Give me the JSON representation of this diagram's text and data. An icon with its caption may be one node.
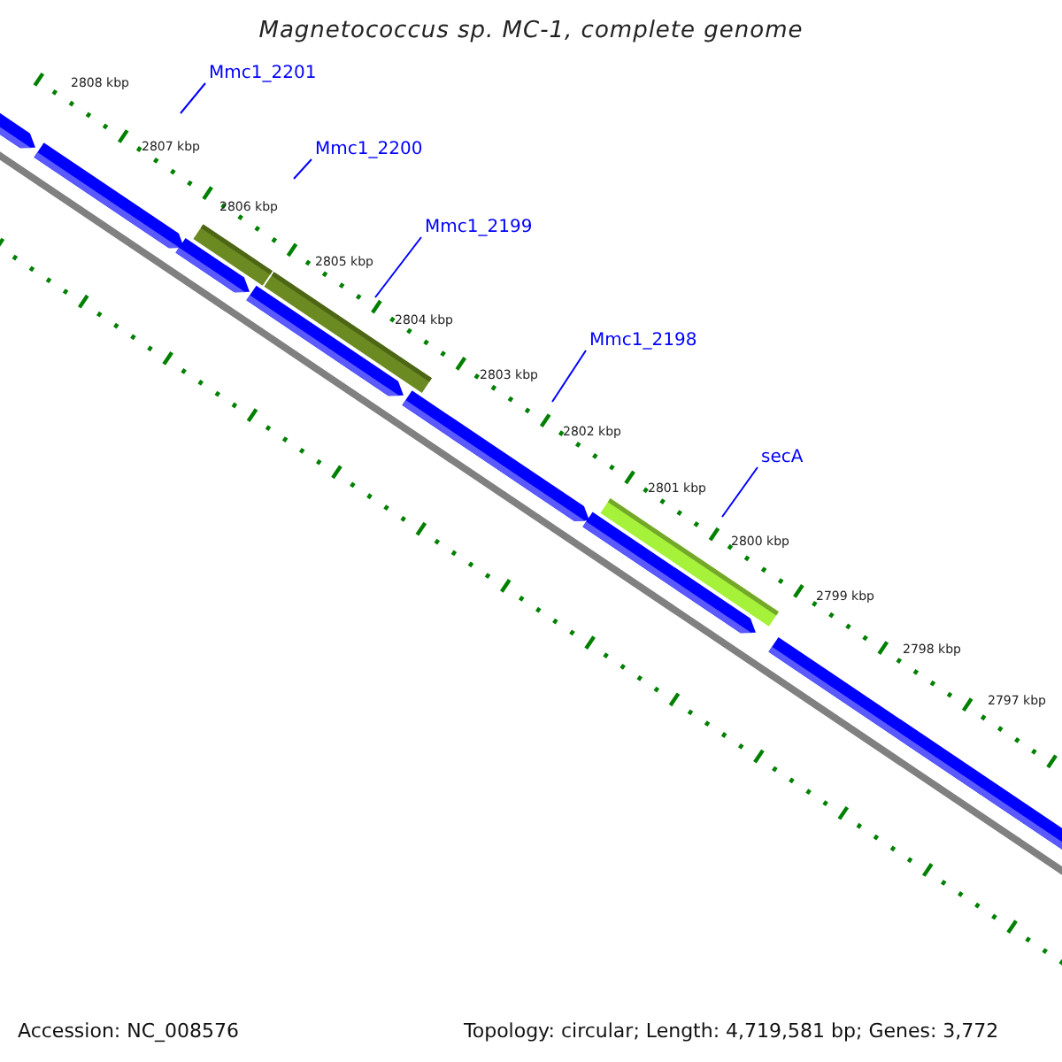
{
  "diagram": {
    "title": "Magnetococcus sp. MC-1, complete genome",
    "nodes": [
      {
        "text": [
          "Mmc1_2201"
        ]
      },
      {
        "text": [
          "Mmc1_2200"
        ]
      },
      {
        "text": [
          "Mmc1_2199"
        ]
      },
      {
        "text": [
          "Mmc1_2198"
        ]
      },
      {
        "text": [
          "secA"
        ]
      }
    ],
    "edges": [
      {
        "from": 0,
        "to": null,
        "arrow": "none"
      },
      {
        "from": 1,
        "to": null,
        "arrow": "none"
      },
      {
        "from": 2,
        "to": null,
        "arrow": "none"
      },
      {
        "from": 3,
        "to": null,
        "arrow": "none"
      },
      {
        "from": 4,
        "to": null,
        "arrow": "none"
      }
    ],
    "labels": [
      "2808 kbp",
      "2807 kbp",
      "2806 kbp",
      "2805 kbp",
      "2804 kbp",
      "2803 kbp",
      "2802 kbp",
      "2801 kbp",
      "2800 kbp",
      "2799 kbp",
      "2798 kbp",
      "2797 kbp",
      "Accession: NC_008576",
      "Topology: circular; Length: 4,719,581 bp; Genes: 3,772"
    ]
  }
}
